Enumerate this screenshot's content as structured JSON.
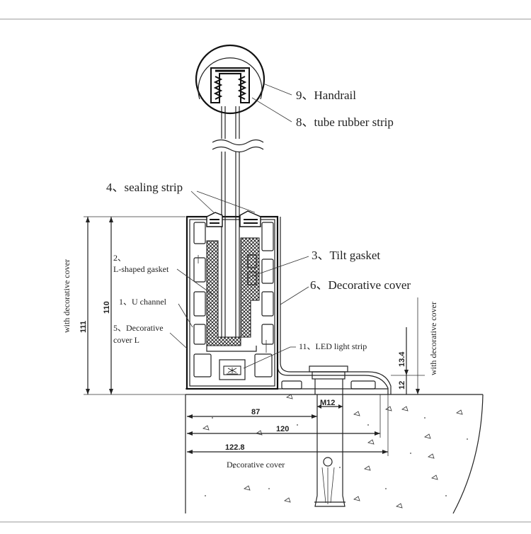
{
  "labels": {
    "handrail": "9、Handrail",
    "tube_rubber_strip": "8、tube rubber strip",
    "sealing_strip": "4、sealing strip",
    "l_shaped_gasket_num": "2、",
    "l_shaped_gasket": "L-shaped gasket",
    "tilt_gasket": "3、Tilt gasket",
    "decorative_cover": "6、Decorative cover",
    "u_channel": "1、U channel",
    "decorative_cover_l_1": "5、Decorative",
    "decorative_cover_l_2": "cover L",
    "led_light_strip": "11、LED light strip",
    "decorative_cover_bottom": "Decorative cover"
  },
  "dimensions": {
    "d111": "111",
    "d110": "110",
    "d87": "87",
    "d120": "120",
    "d122_8": "122.8",
    "d13_4": "13.4",
    "d12": "12",
    "m12": "M12"
  },
  "side_notes": {
    "left": "with decorative cover",
    "right": "with decorative cover"
  },
  "colors": {
    "line": "#222222",
    "fill_dark": "#333333",
    "background": "#ffffff"
  }
}
